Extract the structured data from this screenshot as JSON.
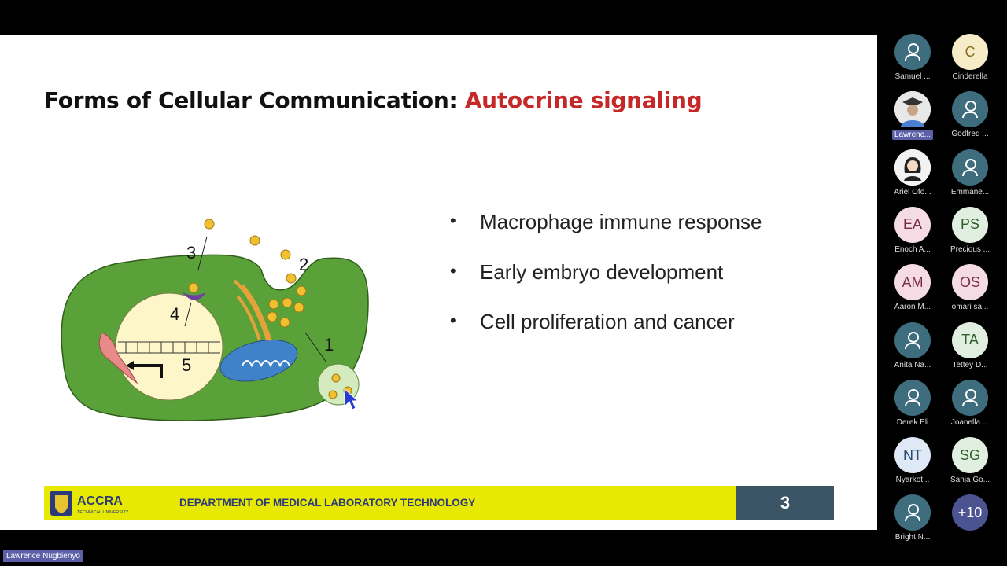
{
  "slide": {
    "title_prefix": "Forms of Cellular Communication: ",
    "title_accent": "Autocrine signaling",
    "accent_color": "#c62828",
    "bullets": [
      "Macrophage immune response",
      "Early embryo development",
      "Cell proliferation and cancer"
    ],
    "diagram_labels": [
      "1",
      "2",
      "3",
      "4",
      "5"
    ],
    "footer": {
      "logo_text": "ACCRA",
      "logo_subtext": "TECHNICAL UNIVERSITY",
      "department": "DEPARTMENT OF MEDICAL LABORATORY TECHNOLOGY",
      "page_number": "3"
    }
  },
  "participants": [
    {
      "name": "Samuel ...",
      "initials": "",
      "icon": "person-icon",
      "color": "#3e6d7d",
      "text_color": "#fff"
    },
    {
      "name": "Cinderella",
      "initials": "C",
      "icon": "",
      "color": "#f6ecc8",
      "text_color": "#8a6d1a"
    },
    {
      "name": "Lawrenc...",
      "initials": "",
      "icon": "graduate-photo-icon",
      "color": "#eeeeee",
      "text_color": "#fff",
      "active": true
    },
    {
      "name": "Godfred ...",
      "initials": "",
      "icon": "person-icon",
      "color": "#3e6d7d",
      "text_color": "#fff"
    },
    {
      "name": "Ariel Ofo...",
      "initials": "",
      "icon": "girl-avatar-icon",
      "color": "#f2f2f2",
      "text_color": "#333"
    },
    {
      "name": "Emmane...",
      "initials": "",
      "icon": "person-icon",
      "color": "#3e6d7d",
      "text_color": "#fff"
    },
    {
      "name": "Enoch A...",
      "initials": "EA",
      "icon": "",
      "color": "#f4dbe4",
      "text_color": "#7a2b4b"
    },
    {
      "name": "Precious ...",
      "initials": "PS",
      "icon": "",
      "color": "#e1efe0",
      "text_color": "#2f5e2b"
    },
    {
      "name": "Aaron M...",
      "initials": "AM",
      "icon": "",
      "color": "#f4dbe4",
      "text_color": "#7a2b4b"
    },
    {
      "name": "omari sa...",
      "initials": "OS",
      "icon": "",
      "color": "#f4dbe4",
      "text_color": "#7a2b4b"
    },
    {
      "name": "Anita Na...",
      "initials": "",
      "icon": "person-icon",
      "color": "#3e6d7d",
      "text_color": "#fff"
    },
    {
      "name": "Tettey D...",
      "initials": "TA",
      "icon": "",
      "color": "#e1efe0",
      "text_color": "#2f5e2b"
    },
    {
      "name": "Derek Eli",
      "initials": "",
      "icon": "person-icon",
      "color": "#3e6d7d",
      "text_color": "#fff"
    },
    {
      "name": "Joanella ...",
      "initials": "",
      "icon": "person-icon",
      "color": "#3e6d7d",
      "text_color": "#fff"
    },
    {
      "name": "Nyarkot...",
      "initials": "NT",
      "icon": "",
      "color": "#dfe9f5",
      "text_color": "#25486e"
    },
    {
      "name": "Sanja Go...",
      "initials": "SG",
      "icon": "",
      "color": "#e1efe0",
      "text_color": "#2f5e2b"
    },
    {
      "name": "Bright N...",
      "initials": "",
      "icon": "person-icon",
      "color": "#3e6d7d",
      "text_color": "#fff"
    },
    {
      "name": "",
      "initials": "+10",
      "icon": "",
      "color": "#4b5490",
      "text_color": "#fff"
    }
  ],
  "speaker_label": "Lawrence Nugbienyo"
}
